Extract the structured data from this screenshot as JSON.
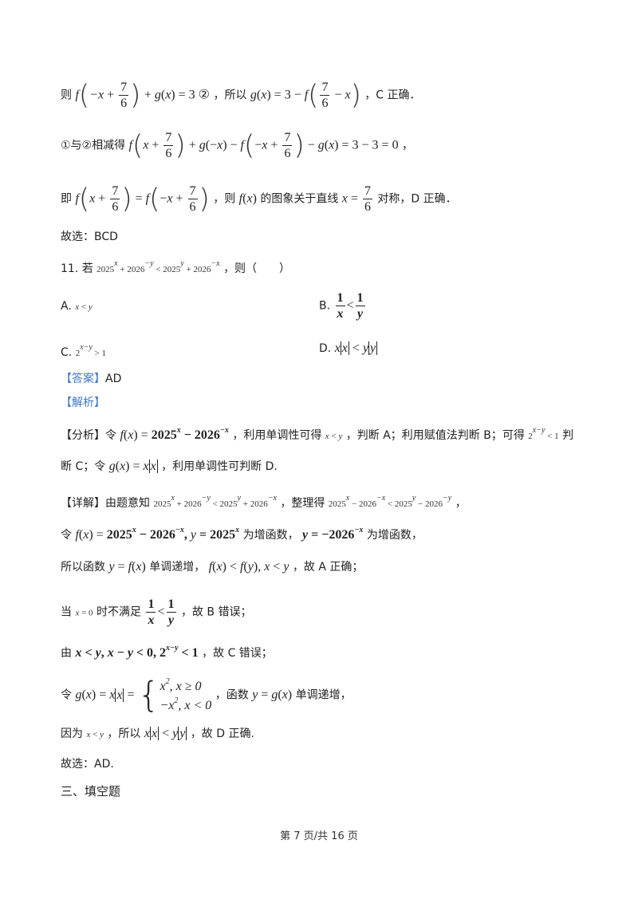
{
  "doc": {
    "l1_then": "则",
    "l1_mid": "，所以",
    "l1_end": "，C 正确．",
    "l2_start": "①与②相减得",
    "l2_end": "，",
    "l3_start": "即",
    "l3_mid1": "，则",
    "l3_mid2": "的图象关于直线",
    "l3_end": "对称，D 正确．",
    "answer_prev": "故选：BCD",
    "q11_start": "11. 若",
    "q11_end": "，则（　　）",
    "optA_label": "A.",
    "optB_label": "B.",
    "optC_label": "C.",
    "optD_label": "D.",
    "answer_tag": "【答案】",
    "answer_val": "AD",
    "analysis_tag": "【解析】",
    "fenxi_tag": "【分析】",
    "fenxi_1": "令",
    "fenxi_2": "，利用单调性可得",
    "fenxi_3": "，判断 A；利用赋值法判断 B；可得",
    "fenxi_4": "判",
    "fenxi_5": "断 C；令",
    "fenxi_6": "，利用单调性可判断 D.",
    "xiangjie_tag": "【详解】",
    "xj_1": "由题意知",
    "xj_2": "，整理得",
    "xj_3": "，",
    "ling": "令",
    "zeng1": "为增函数，",
    "zeng2": "为增函数，",
    "suoyi_1": "所以函数",
    "suoyi_2": "单调递增，",
    "suoyi_3": "，故 A 正确；",
    "dang_1": "当",
    "dang_2": "时不满足",
    "dang_3": "，故 B 错误；",
    "you_1": "由",
    "you_2": "，故 C 错误；",
    "ling2_1": "令",
    "ling2_2": "，函数",
    "ling2_3": "单调递增，",
    "yinwei_1": "因为",
    "yinwei_2": "，所以",
    "yinwei_3": "，故 D 正确.",
    "final": "故选：AD.",
    "section": "三、填空题",
    "footer": "第 7 页/共 16 页"
  }
}
